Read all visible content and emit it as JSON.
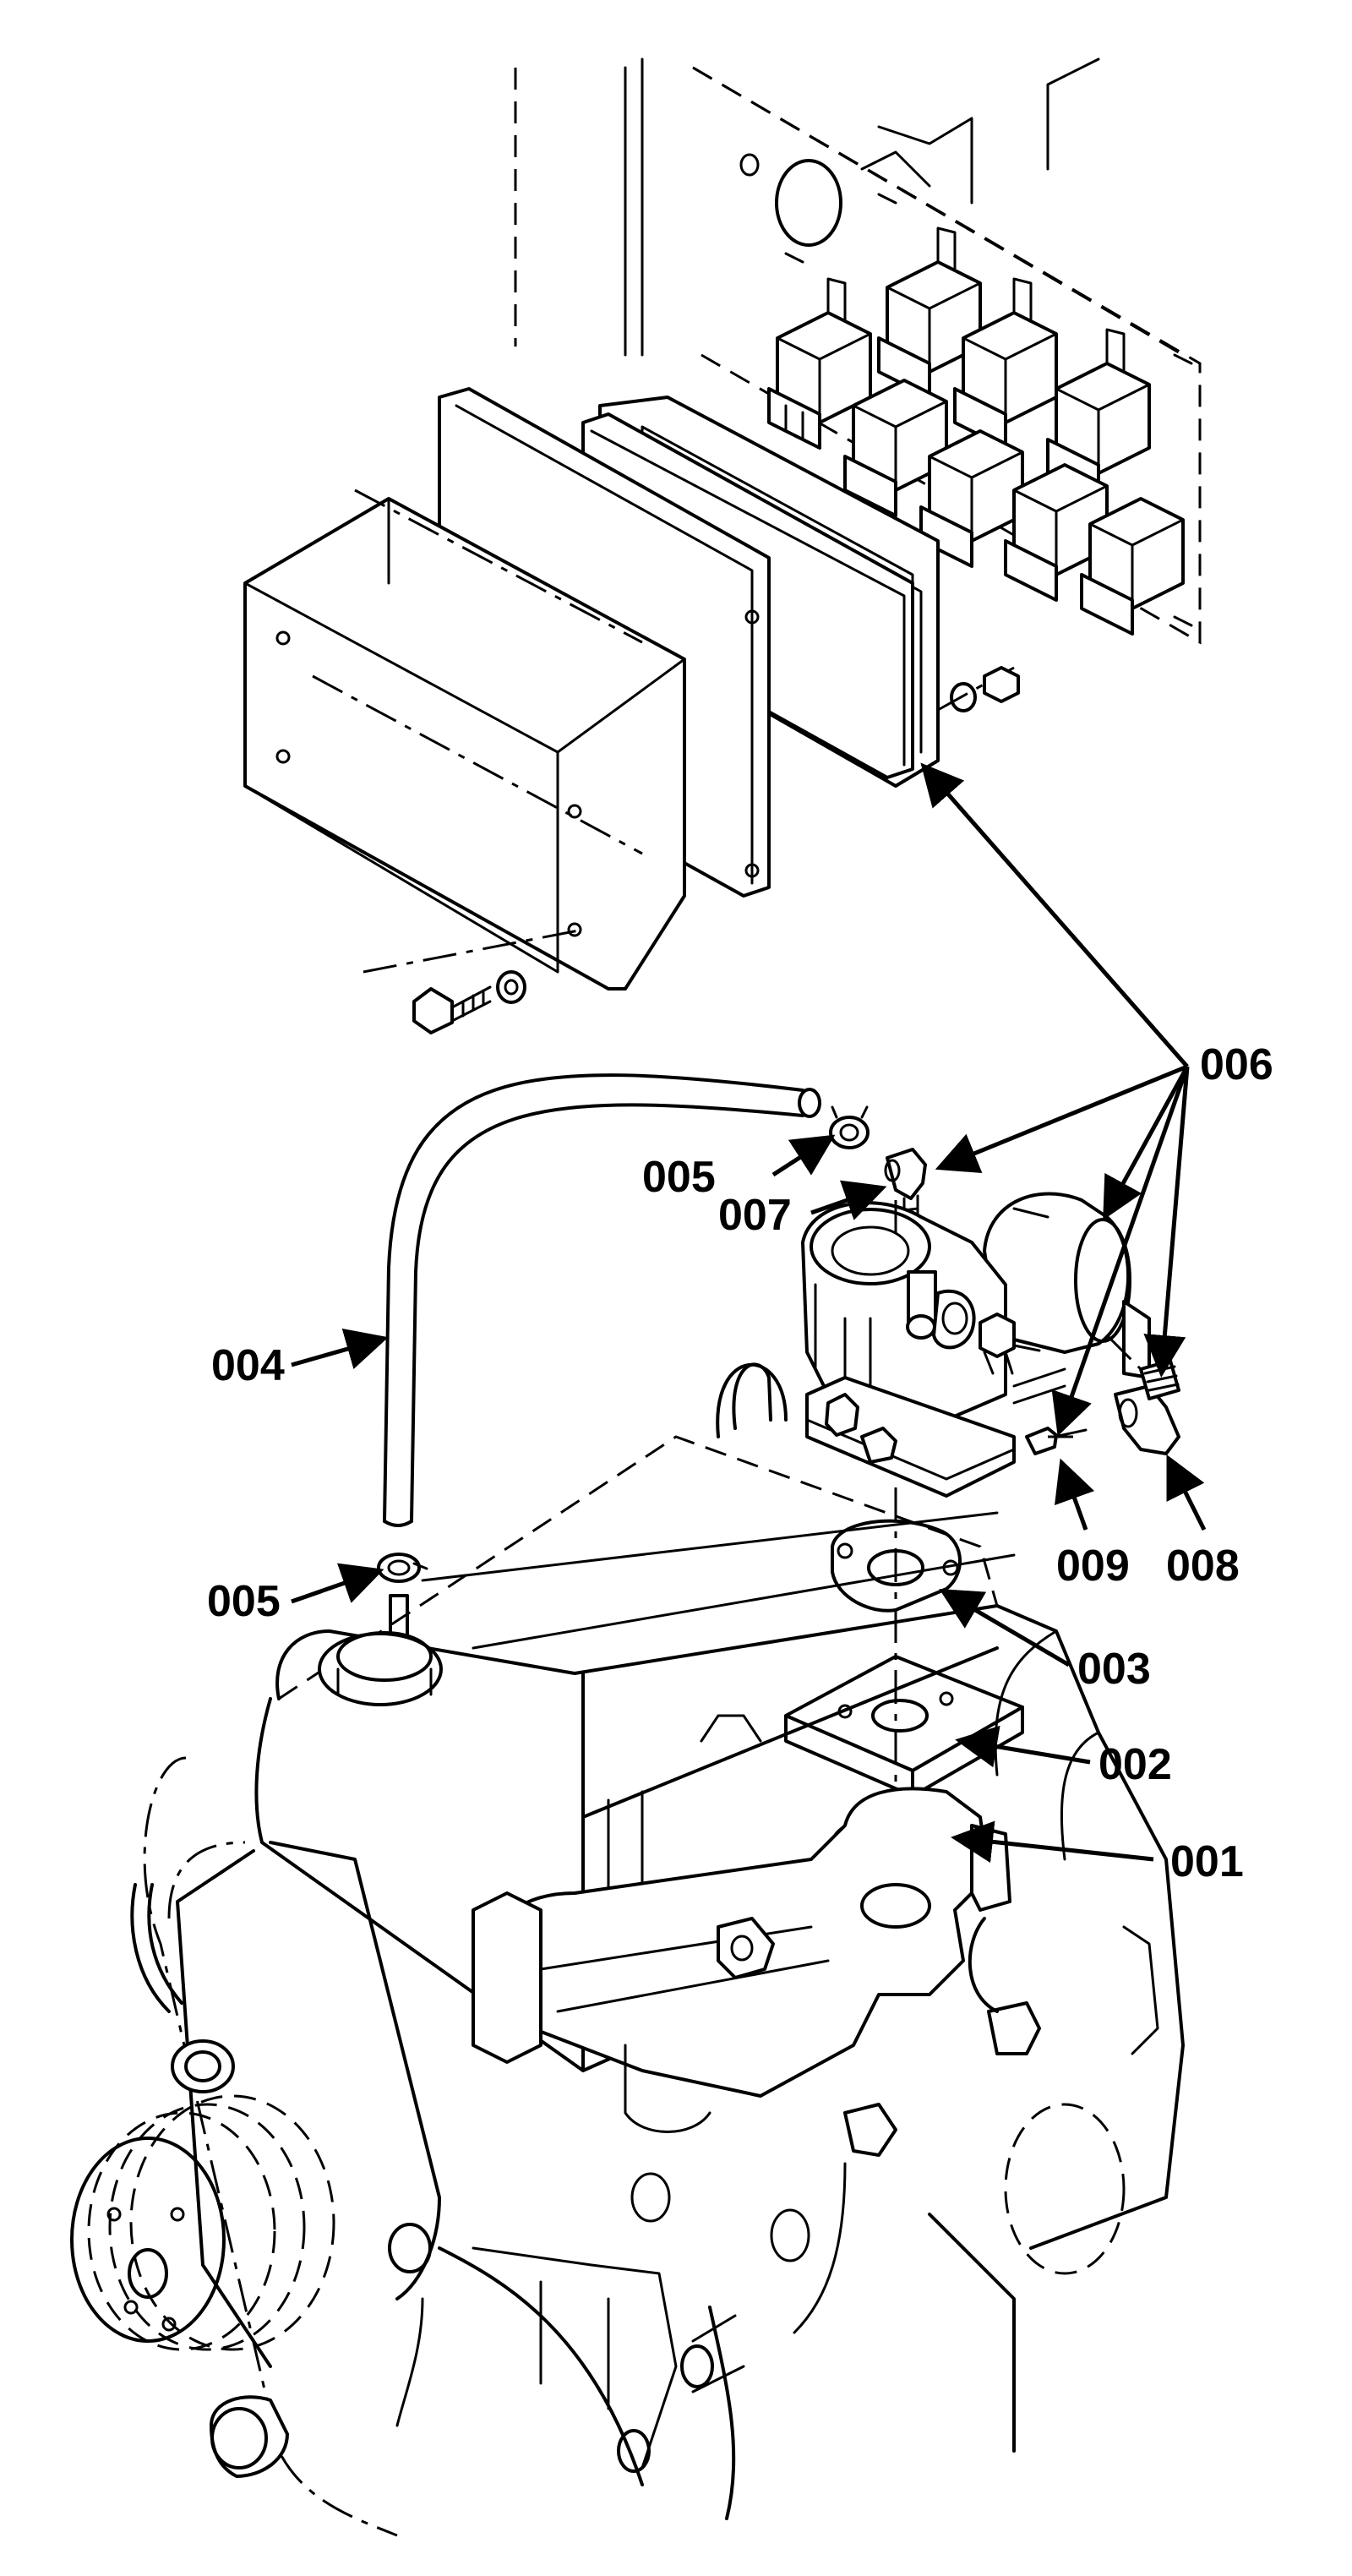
{
  "callouts": {
    "c001": "001",
    "c002": "002",
    "c003": "003",
    "c004": "004",
    "c005a": "005",
    "c005b": "005",
    "c006": "006",
    "c007": "007",
    "c008": "008",
    "c009": "009"
  }
}
